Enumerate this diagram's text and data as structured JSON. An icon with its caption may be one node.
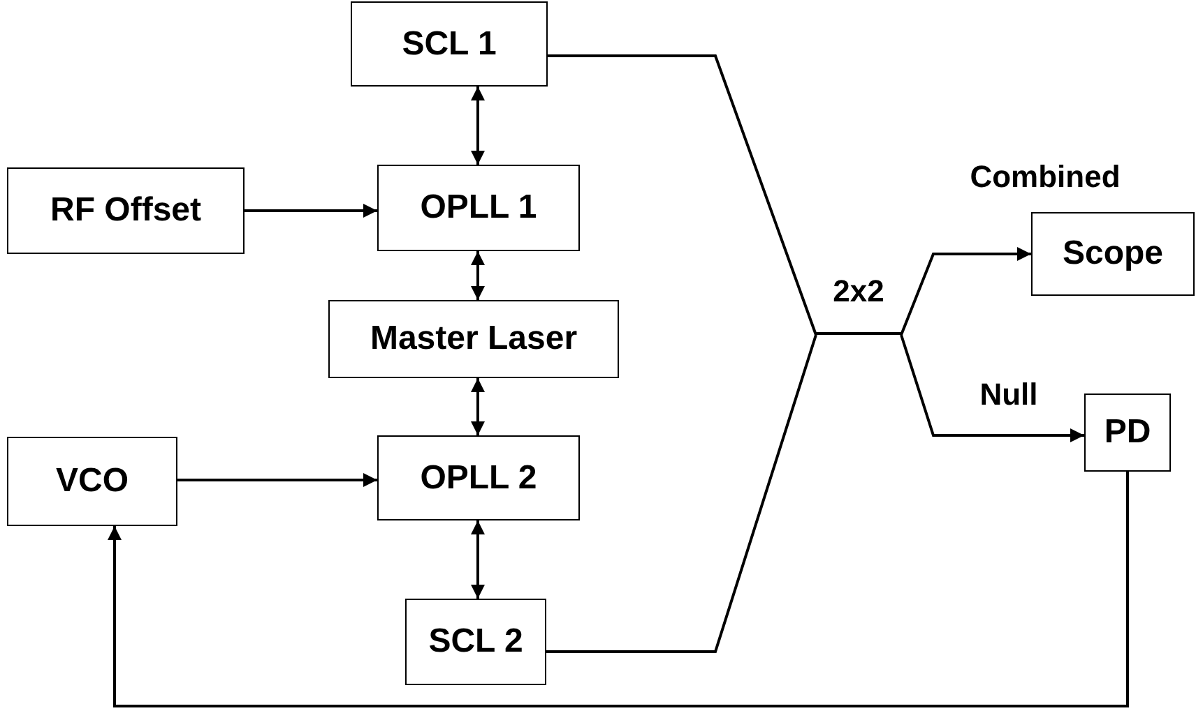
{
  "diagram": {
    "nodes": [
      {
        "text": [
          "SCL 1"
        ]
      },
      {
        "text": [
          "RF Offset"
        ]
      },
      {
        "text": [
          "OPLL 1"
        ]
      },
      {
        "text": [
          "Master Laser"
        ]
      },
      {
        "text": [
          "VCO"
        ]
      },
      {
        "text": [
          "OPLL 2"
        ]
      },
      {
        "text": [
          "SCL 2"
        ]
      },
      {
        "text": [
          "2x2"
        ]
      },
      {
        "text": [
          "Scope"
        ]
      },
      {
        "text": [
          "PD"
        ]
      }
    ],
    "edges": [
      {
        "from": 0,
        "to": 2,
        "arrow": "both"
      },
      {
        "from": 1,
        "to": 2,
        "arrow": "to"
      },
      {
        "from": 2,
        "to": 3,
        "arrow": "both"
      },
      {
        "from": 3,
        "to": 5,
        "arrow": "both"
      },
      {
        "from": 4,
        "to": 5,
        "arrow": "to"
      },
      {
        "from": 5,
        "to": 6,
        "arrow": "both"
      },
      {
        "from": 9,
        "to": 4,
        "arrow": "to"
      },
      {
        "from": 0,
        "to": 7,
        "arrow": "none"
      },
      {
        "from": 6,
        "to": 7,
        "arrow": "none"
      },
      {
        "from": 7,
        "to": 8,
        "arrow": "to",
        "label": "Combined"
      },
      {
        "from": 7,
        "to": 9,
        "arrow": "to",
        "label": "Null"
      }
    ]
  }
}
